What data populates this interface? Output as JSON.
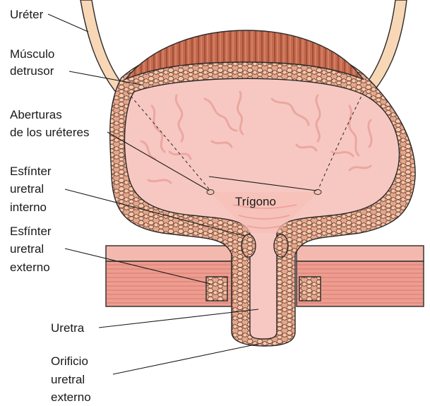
{
  "labels": {
    "ureter": "Uréter",
    "detrusor_1": "Músculo",
    "detrusor_2": "detrusor",
    "openings_1": "Aberturas",
    "openings_2": "de los uréteres",
    "internal_sphincter_1": "Esfínter",
    "internal_sphincter_2": "uretral",
    "internal_sphincter_3": "interno",
    "external_sphincter_1": "Esfínter",
    "external_sphincter_2": "uretral",
    "external_sphincter_3": "externo",
    "trigone": "Trígono",
    "urethra": "Uretra",
    "external_orifice_1": "Orificio",
    "external_orifice_2": "uretral",
    "external_orifice_3": "externo"
  },
  "colors": {
    "ureter_fill": "#f8d7b6",
    "muscle_dark": "#a8553c",
    "muscle_light": "#d9866a",
    "wall_fill": "#e6a98f",
    "cell_fill": "#f3c4aa",
    "lumen": "#f7c8c1",
    "fold_line": "#f0b3ad",
    "pelvic_muscle": "#ee9c8f"
  }
}
